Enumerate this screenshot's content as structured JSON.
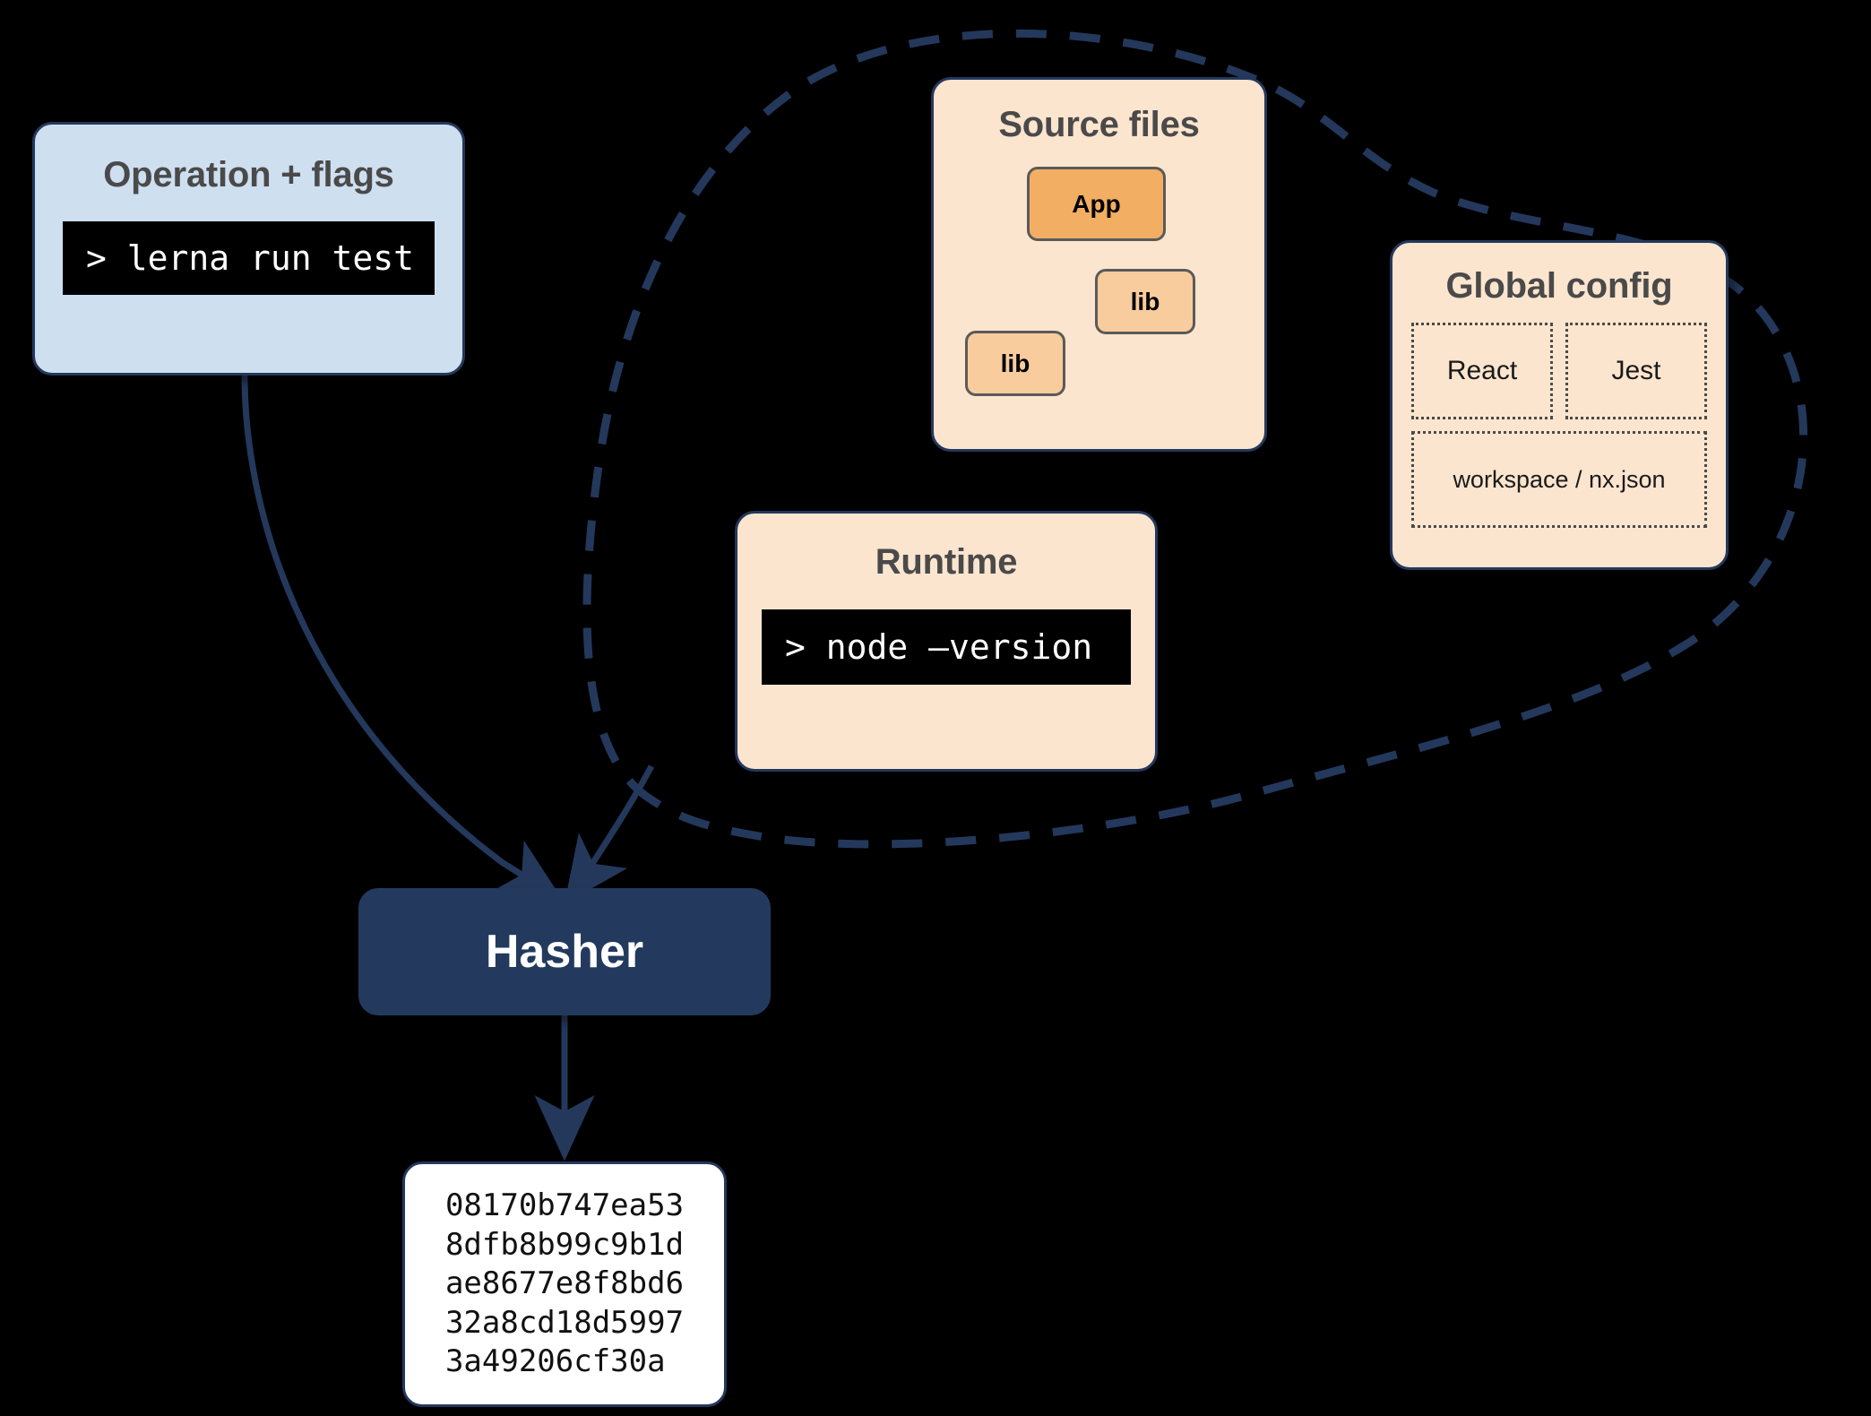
{
  "diagram": {
    "title": "Nx/Lerna task hashing diagram",
    "colors": {
      "background": "#000000",
      "navy": "#24385c",
      "hasher_fill": "#233a5e",
      "operation_fill": "#cedff0",
      "peach_fill": "#fce5ce",
      "app_fill": "#f2ae63",
      "lib_fill": "#f8cc9c",
      "terminal_bg": "#000000",
      "terminal_text": "#ffffff",
      "title_text": "#4a4a4a"
    }
  },
  "operation": {
    "title": "Operation + flags",
    "command": "> lerna run test"
  },
  "source_files": {
    "title": "Source files",
    "nodes": [
      {
        "id": "app",
        "label": "App"
      },
      {
        "id": "lib1",
        "label": "lib"
      },
      {
        "id": "lib2",
        "label": "lib"
      }
    ],
    "edges": [
      {
        "from": "app",
        "to": "lib1"
      },
      {
        "from": "app",
        "to": "lib2"
      }
    ]
  },
  "global_config": {
    "title": "Global config",
    "cells": [
      "React",
      "Jest",
      "workspace / nx.json"
    ]
  },
  "runtime": {
    "title": "Runtime",
    "command": "> node –version"
  },
  "hasher": {
    "label": "Hasher"
  },
  "hash_output": {
    "lines": [
      "08170b747ea53",
      "8dfb8b99c9b1d",
      "ae8677e8f8bd6",
      "32a8cd18d5997",
      "3a49206cf30a"
    ],
    "text": "08170b747ea53\n8dfb8b99c9b1d\nae8677e8f8bd6\n32a8cd18d5997\n3a49206cf30a"
  },
  "grouping": {
    "style": "dashed-blob",
    "encloses": [
      "source_files",
      "global_config",
      "runtime"
    ]
  }
}
